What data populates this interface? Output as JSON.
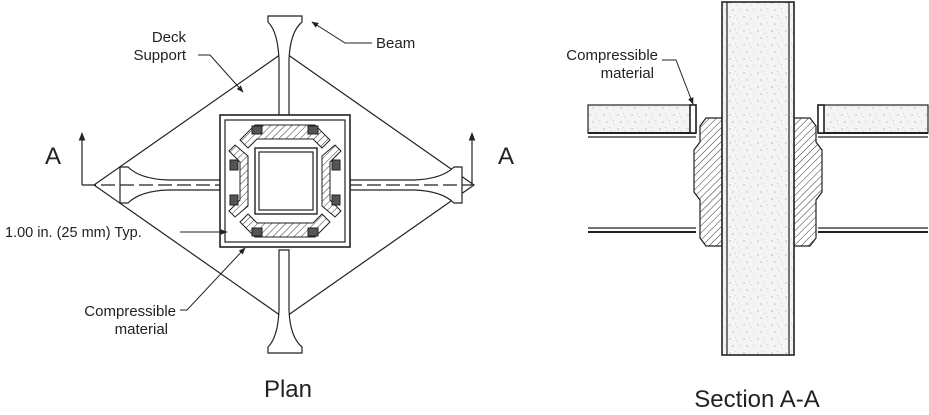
{
  "plan": {
    "title": "Plan",
    "labels": {
      "deck_support_line1": "Deck",
      "deck_support_line2": "Support",
      "beam": "Beam",
      "section_left": "A",
      "section_right": "A",
      "gap": "1.00 in. (25 mm) Typ.",
      "compressible_line1": "Compressible",
      "compressible_line2": "material"
    }
  },
  "section": {
    "title": "Section A-A",
    "labels": {
      "compressible_line1": "Compressible",
      "compressible_line2": "material"
    }
  }
}
